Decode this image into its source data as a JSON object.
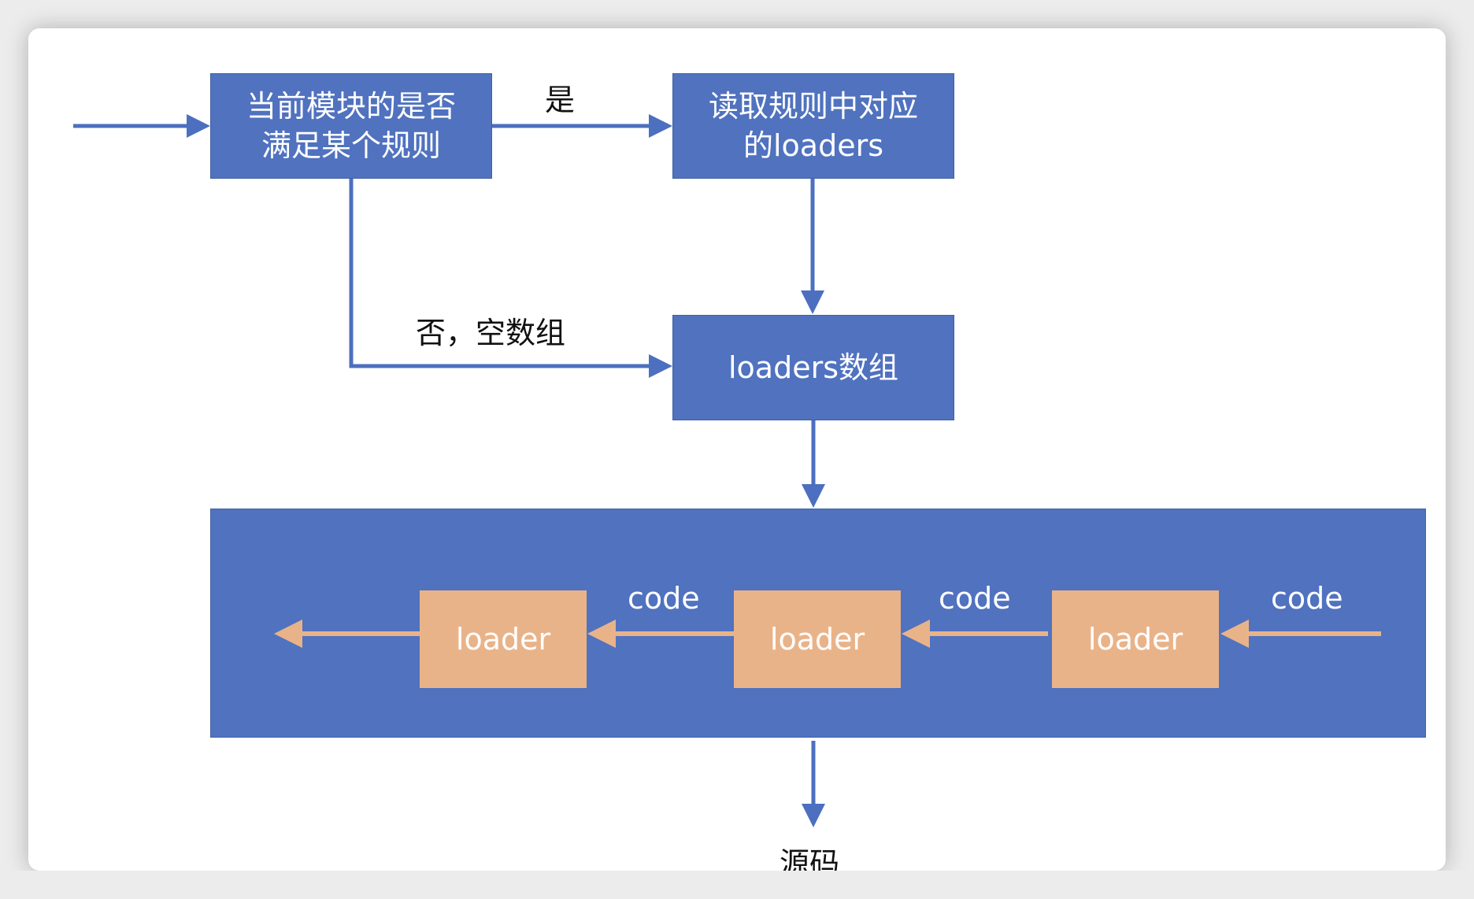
{
  "diagram": {
    "nodes": {
      "check_rule": "当前模块的是否满足某个规则",
      "read_loaders": "读取规则中对应的loaders",
      "loaders_array": "loaders数组",
      "loader_chain": [
        "loader",
        "loader",
        "loader"
      ]
    },
    "edge_labels": {
      "yes": "是",
      "no": "否，空数组",
      "code_1": "code",
      "code_2": "code",
      "code_3": "code"
    },
    "output": "源码"
  },
  "colors": {
    "box_fill": "#5072bf",
    "loader_fill": "#e9b389",
    "blue_arrow": "#4c6fbf",
    "orange_arrow": "#e9b389"
  }
}
